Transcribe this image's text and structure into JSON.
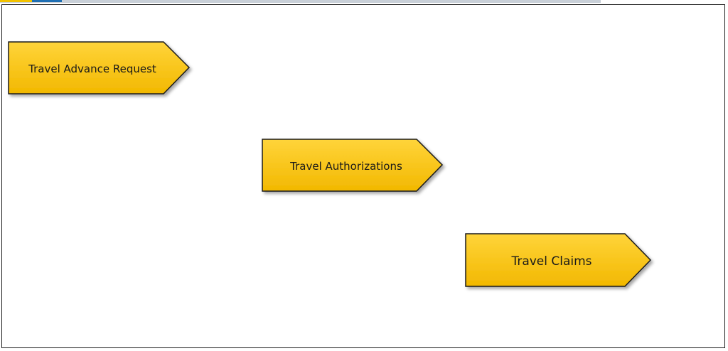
{
  "diagram": {
    "steps": [
      {
        "label": "Travel Advance Request"
      },
      {
        "label": "Travel Authorizations"
      },
      {
        "label": "Travel Claims"
      }
    ],
    "colors": {
      "fill_top": "#ffd43a",
      "fill_bottom": "#f2b800",
      "stroke": "#1a1a1a",
      "text": "#1a1a1a"
    }
  }
}
